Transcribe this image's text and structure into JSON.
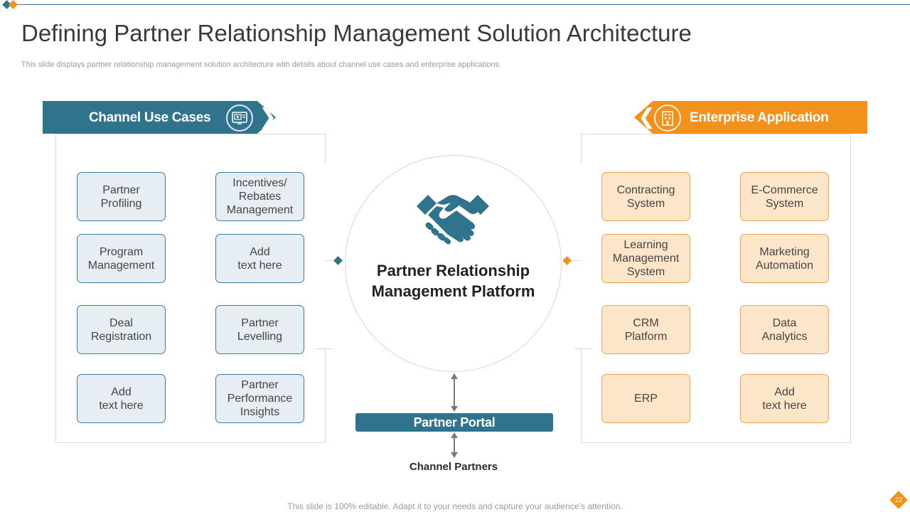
{
  "slide": {
    "title": "Defining Partner Relationship Management Solution Architecture",
    "subtitle": "This slide displays partner relationship management solution architecture with details about channel use cases and enterprise applications.",
    "footer": "This slide is 100% editable. Adapt it to your needs and capture your audience’s attention.",
    "page_number": "22"
  },
  "colors": {
    "teal": "#2f738d",
    "orange": "#f2911b",
    "blue_box_fill": "#e6eef4",
    "orange_box_fill": "#fde5c9"
  },
  "left_section": {
    "header": "Channel Use Cases",
    "icon": "video-presentation-icon",
    "items": [
      "Partner\nProfiling",
      "Incentives/\nRebates\nManagement",
      "Program\nManagement",
      "Add\ntext here",
      "Deal\nRegistration",
      "Partner\nLevelling",
      "Add\ntext here",
      "Partner\nPerformance\nInsights"
    ]
  },
  "right_section": {
    "header": "Enterprise Application",
    "icon": "building-icon",
    "items": [
      "Contracting\nSystem",
      "E-Commerce\nSystem",
      "Learning\nManagement\nSystem",
      "Marketing\nAutomation",
      "CRM\nPlatform",
      "Data\nAnalytics",
      "ERP",
      "Add\ntext here"
    ]
  },
  "center": {
    "icon": "handshake-icon",
    "label": "Partner Relationship\nManagement Platform",
    "portal_label": "Partner Portal",
    "bottom_label": "Channel Partners"
  }
}
